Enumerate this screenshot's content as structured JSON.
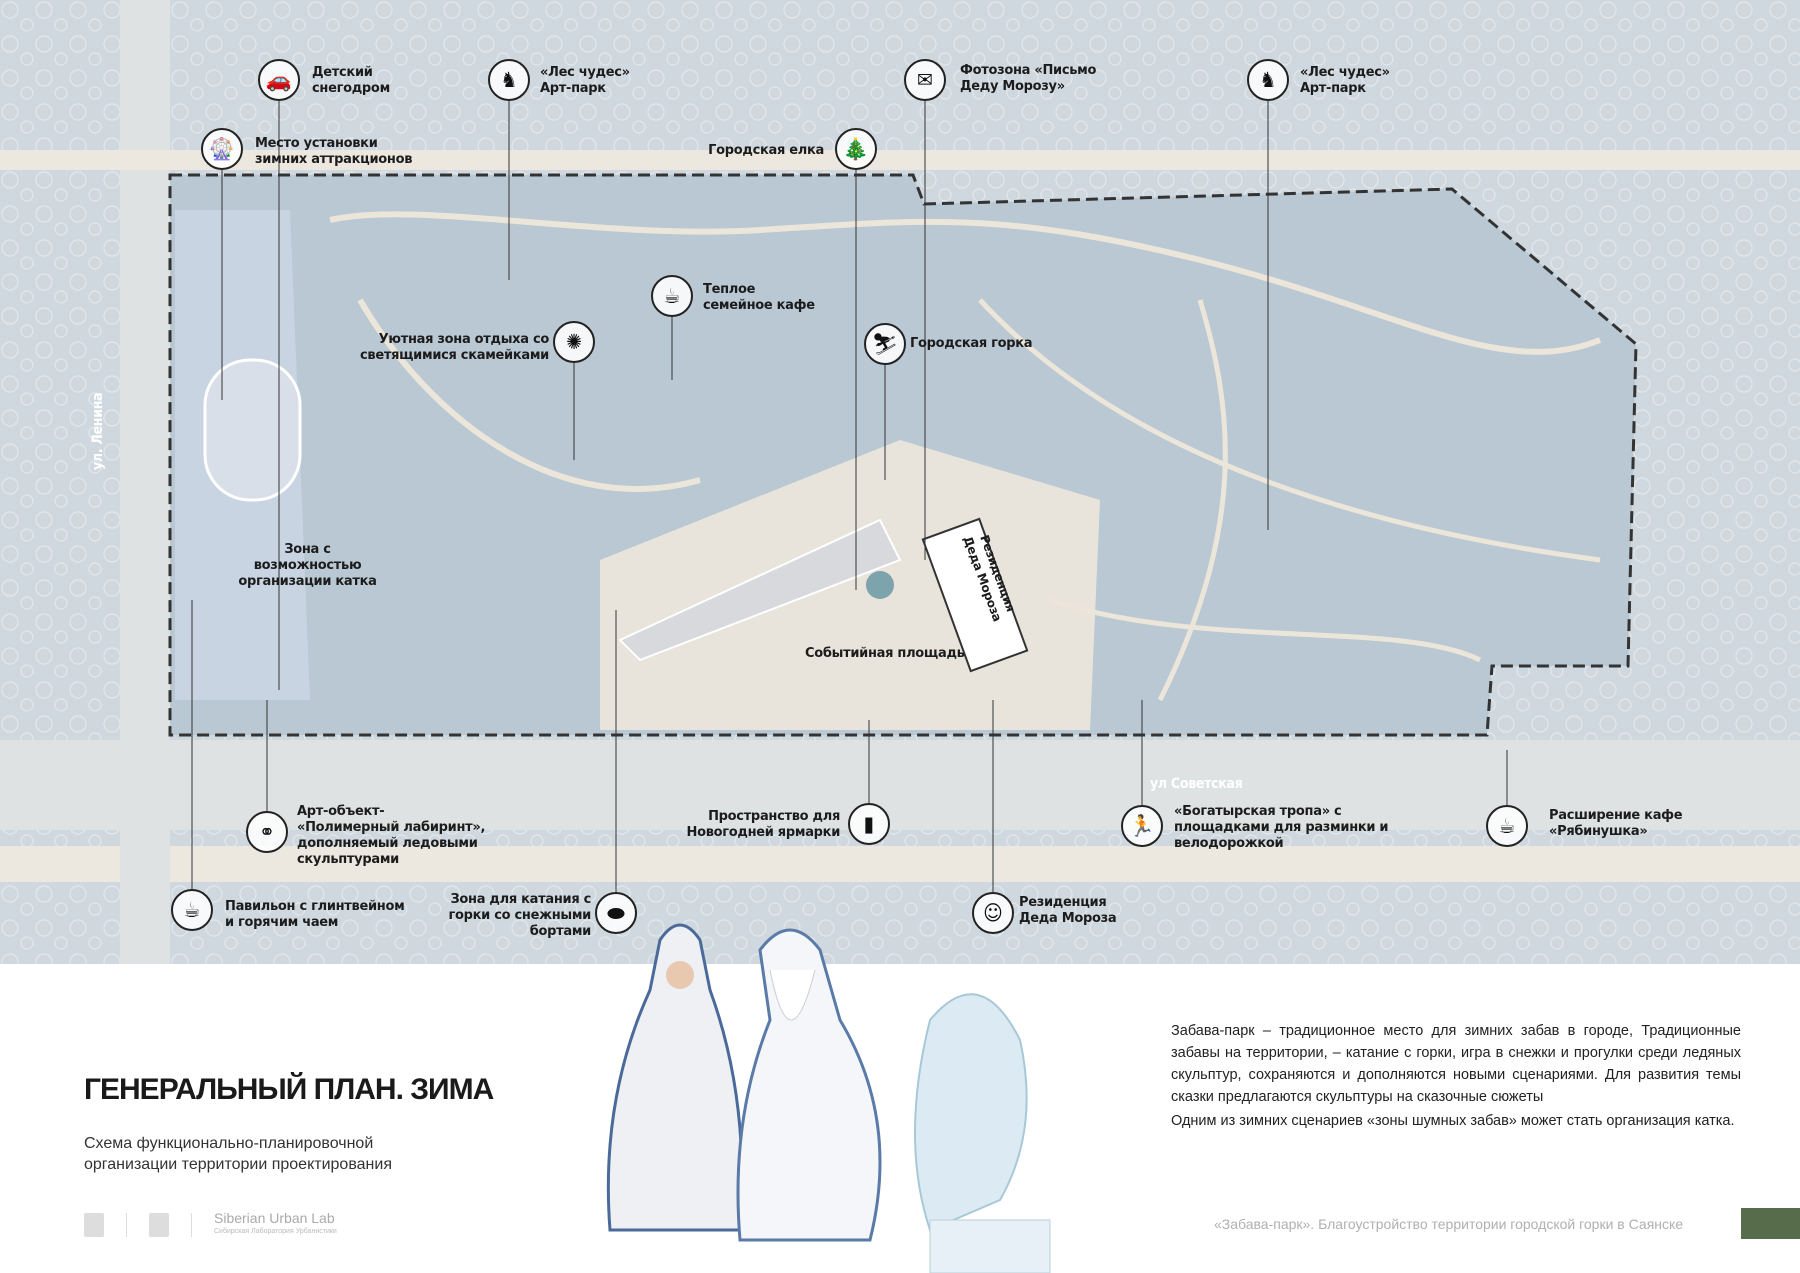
{
  "map": {
    "streets": {
      "lenina": "ул. Ленина",
      "sovetskaya": "ул Советская"
    },
    "zones": {
      "rink": "Зона с возможностью организации катка",
      "event_square": "Событийная площадь",
      "residence_building": "Резиденция Деда Мороза"
    },
    "callouts": [
      {
        "label": "Детский снегодром",
        "icon": "bumper-car-icon",
        "glyph": "🚗"
      },
      {
        "label": "«Лес чудес» Арт-парк",
        "icon": "sculptures-icon",
        "glyph": "♞"
      },
      {
        "label": "Место установки зимних аттракционов",
        "icon": "ferris-wheel-icon",
        "glyph": "🎡"
      },
      {
        "label": "Фотозона «Письмо Деду Морозу»",
        "icon": "envelope-icon",
        "glyph": "✉"
      },
      {
        "label": "Городская елка",
        "icon": "christmas-tree-icon",
        "glyph": "🎄"
      },
      {
        "label": "«Лес чудес» Арт-парк",
        "icon": "sculptures-icon",
        "glyph": "♞"
      },
      {
        "label": "Теплое семейное кафе",
        "icon": "cup-icon",
        "glyph": "☕"
      },
      {
        "label": "Уютная зона отдыха со светящимися скамейками",
        "icon": "light-icon",
        "glyph": "✺"
      },
      {
        "label": "Городская горка",
        "icon": "playground-icon",
        "glyph": "⛷"
      },
      {
        "label": "Арт-объект- «Полимерный лабиринт», дополняемый ледовыми скульптурами",
        "icon": "network-icon",
        "glyph": "⚭"
      },
      {
        "label": "Пространство для Новогодней ярмарки",
        "icon": "fair-icon",
        "glyph": "▮"
      },
      {
        "label": "«Богатырская тропа» с площадками для разминки и велодорожкой",
        "icon": "runner-icon",
        "glyph": "🏃"
      },
      {
        "label": "Расширение кафе «Рябинушка»",
        "icon": "cup-icon",
        "glyph": "☕"
      },
      {
        "label": "Павильон с глинтвейном и горячим чаем",
        "icon": "cup-icon",
        "glyph": "☕"
      },
      {
        "label": "Зона для катания с горки со снежными бортами",
        "icon": "sled-icon",
        "glyph": "⬬"
      },
      {
        "label": "Резиденция Деда Мороза",
        "icon": "santa-icon",
        "glyph": "☺"
      }
    ]
  },
  "title": "ГЕНЕРАЛЬНЫЙ ПЛАН. ЗИМА",
  "subtitle": [
    "Схема функционально-планировочной",
    "организации территории проектирования"
  ],
  "logos": {
    "lab_name": "Siberian Urban Lab",
    "lab_sub": "Сибирская Лаборатория Урбанистики"
  },
  "description": [
    "Забава-парк – традиционное место для зимних забав в городе, Традиционные забавы на территории, – катание с горки,  игра в снежки и прогулки среди ледяных скульптур,  сохраняются и дополняются новыми сценариями. Для развития темы сказки предлагаются скульптуры на сказочные сюжеты",
    "Одним из зимних сценариев «зоны шумных забав» может стать организация катка."
  ],
  "footer": "«Забава-парк». Благоустройство территории городской горки в Саянске",
  "colors": {
    "accent": "#576c4b",
    "map_bg": "#d3dae0",
    "park": "#b9c8d3",
    "paths": "#ece6da"
  }
}
